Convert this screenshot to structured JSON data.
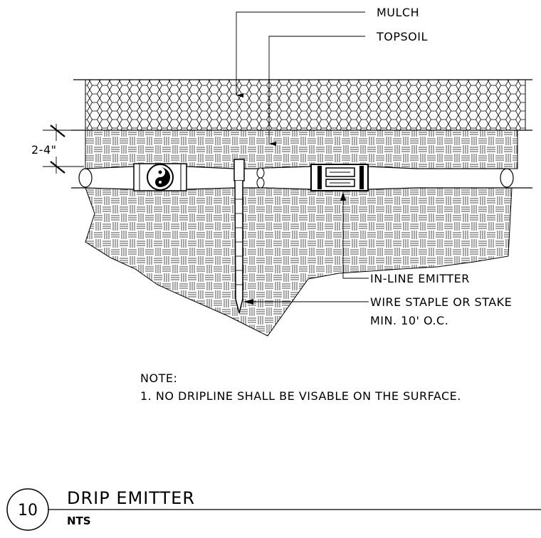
{
  "callouts": {
    "mulch": "MULCH",
    "topsoil": "TOPSOIL",
    "inline_emitter": "IN-LINE EMITTER",
    "staple_line1": "WIRE STAPLE OR STAKE",
    "staple_line2": "MIN. 10' O.C."
  },
  "dimension": "2-4\"",
  "note": {
    "heading": "NOTE:",
    "item1": "1. NO DRIPLINE SHALL BE VISABLE ON THE SURFACE."
  },
  "title_block": {
    "number": "10",
    "title": "DRIP EMITTER",
    "scale": "NTS"
  }
}
